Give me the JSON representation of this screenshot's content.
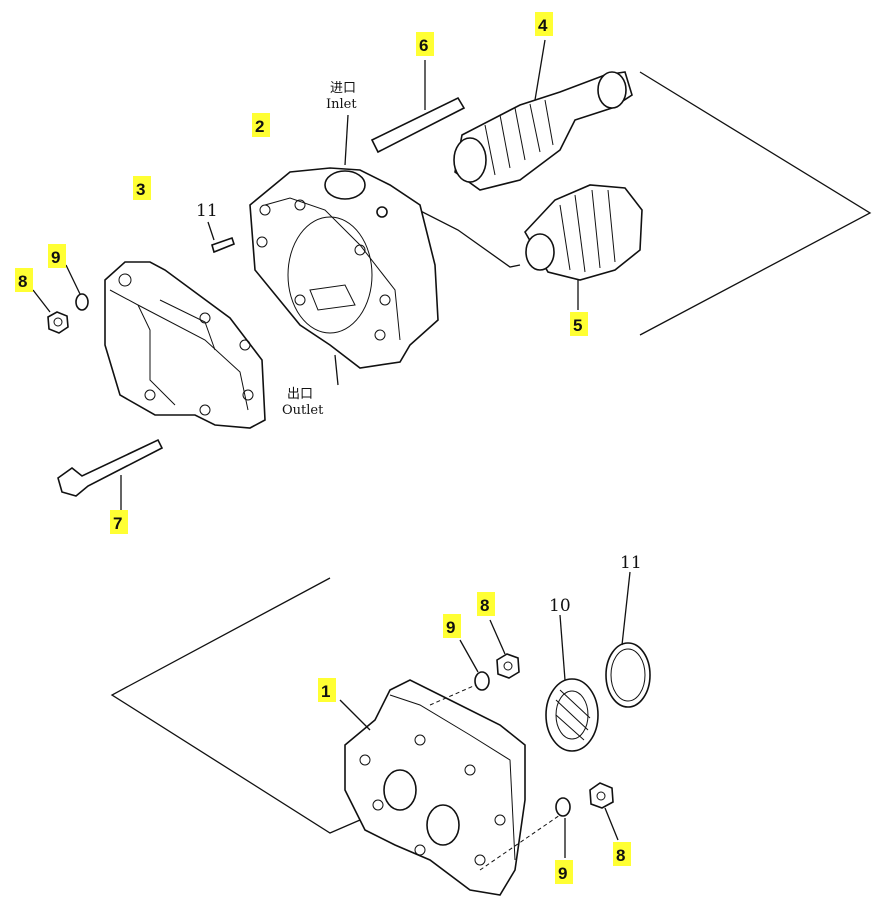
{
  "labels": {
    "p1": "1",
    "p2": "2",
    "p3": "3",
    "p4": "4",
    "p5": "5",
    "p6": "6",
    "p7": "7",
    "p8_top": "8",
    "p9_top": "9",
    "p11_top": "11",
    "p8_bot_a": "8",
    "p9_bot_a": "9",
    "p10": "10",
    "p11_bot": "11",
    "p9_bot_b": "9",
    "p8_bot_b": "8"
  },
  "ports": {
    "inlet_cn": "进口",
    "inlet_en": "Inlet",
    "outlet_cn": "出口",
    "outlet_en": "Outlet"
  },
  "highlight_color": "#ffff33"
}
